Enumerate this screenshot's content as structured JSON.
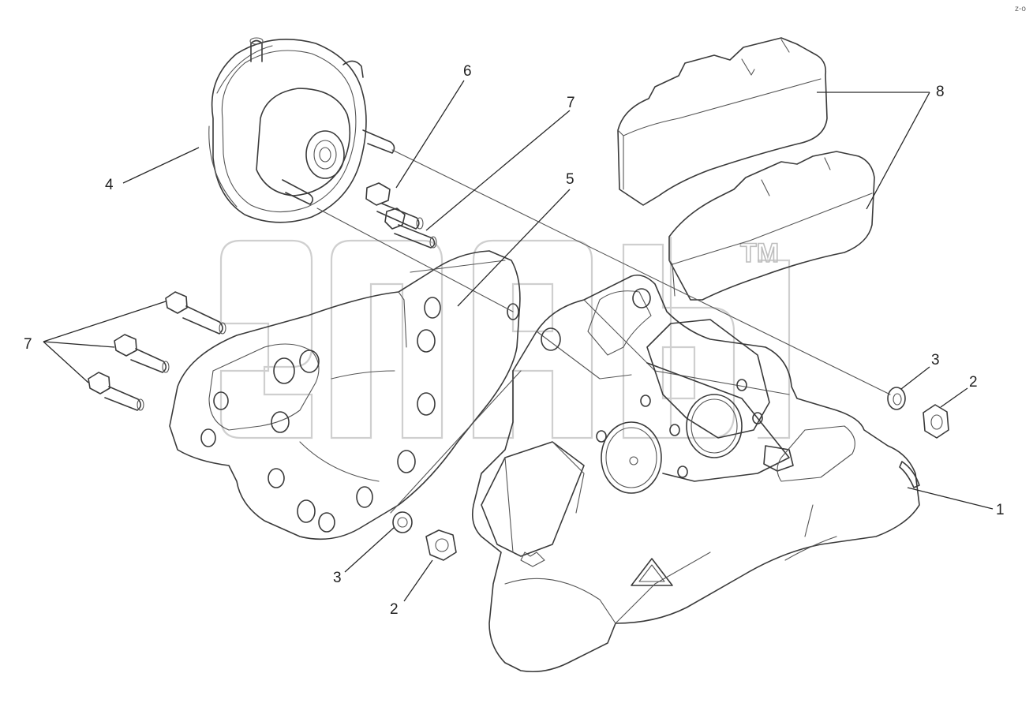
{
  "callouts": [
    {
      "id": "label-1",
      "text": "1"
    },
    {
      "id": "label-2a",
      "text": "2"
    },
    {
      "id": "label-2b",
      "text": "2"
    },
    {
      "id": "label-3a",
      "text": "3"
    },
    {
      "id": "label-3b",
      "text": "3"
    },
    {
      "id": "label-4",
      "text": "4"
    },
    {
      "id": "label-5",
      "text": "5"
    },
    {
      "id": "label-6",
      "text": "6"
    },
    {
      "id": "label-7a",
      "text": "7"
    },
    {
      "id": "label-7b",
      "text": "7"
    },
    {
      "id": "label-8",
      "text": "8"
    }
  ],
  "watermark": {
    "trademark": "TM"
  },
  "corner_mark": "z-o"
}
